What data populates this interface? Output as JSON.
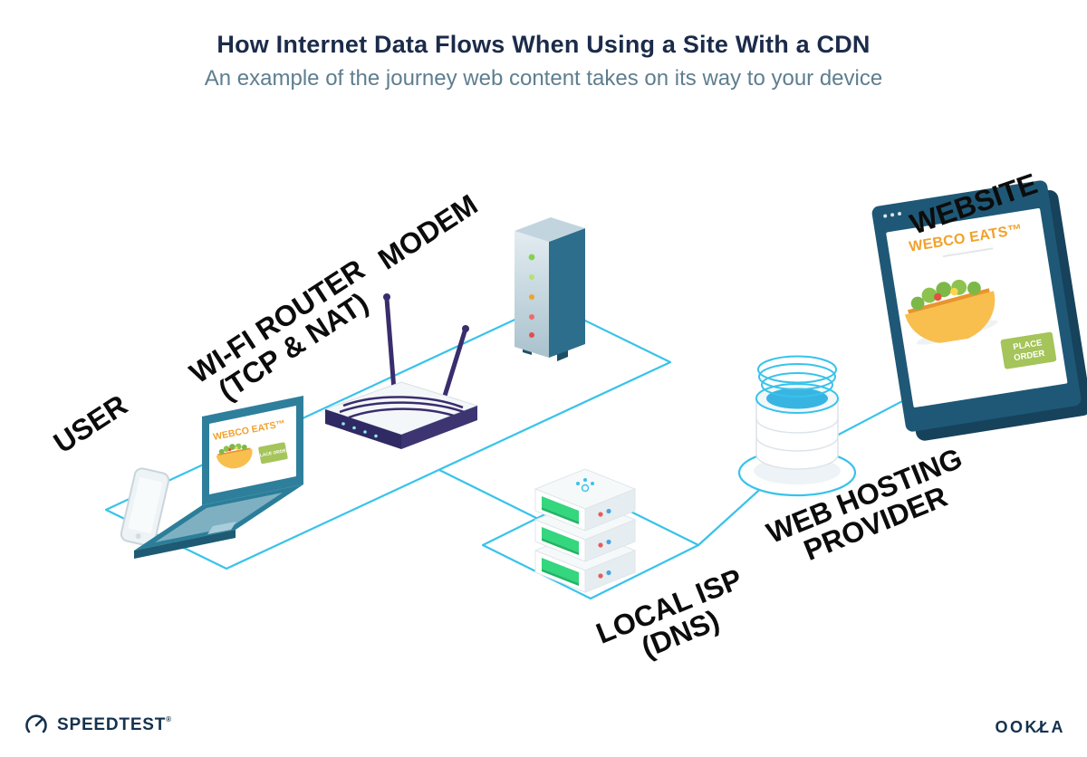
{
  "header": {
    "title": "How Internet Data Flows When Using a Site With a CDN",
    "subtitle": "An example of the journey web content takes on its way to your device"
  },
  "nodes": {
    "user": {
      "label": "USER"
    },
    "router": {
      "label": "WI-FI ROUTER",
      "sublabel": "(TCP & NAT)"
    },
    "modem": {
      "label": "MODEM"
    },
    "isp": {
      "label": "LOCAL ISP",
      "sublabel": "(DNS)"
    },
    "hosting": {
      "label": "WEB HOSTING",
      "sublabel": "PROVIDER"
    },
    "website": {
      "label": "WEBSITE"
    }
  },
  "website_screen": {
    "brand": "WEBCO EATS™",
    "order_button": "PLACE ORDER"
  },
  "laptop_screen": {
    "brand": "WEBCO EATS™",
    "order_button": "PLACE ORDER"
  },
  "footer": {
    "speedtest": "SPEEDTEST",
    "speedtest_mark": "®",
    "ookla": "OOKLA"
  },
  "icons": {
    "speedtest_icon": "gauge-icon",
    "ookla_needle": "gauge-needle-icon"
  },
  "colors": {
    "connection_line": "#38c3ea",
    "title": "#1b2b4a",
    "subtitle": "#5e7e8f",
    "brand_orange": "#f0a22c",
    "button_green": "#a5c45a",
    "device_teal": "#2e7f9c",
    "server_green": "#34d67e"
  }
}
